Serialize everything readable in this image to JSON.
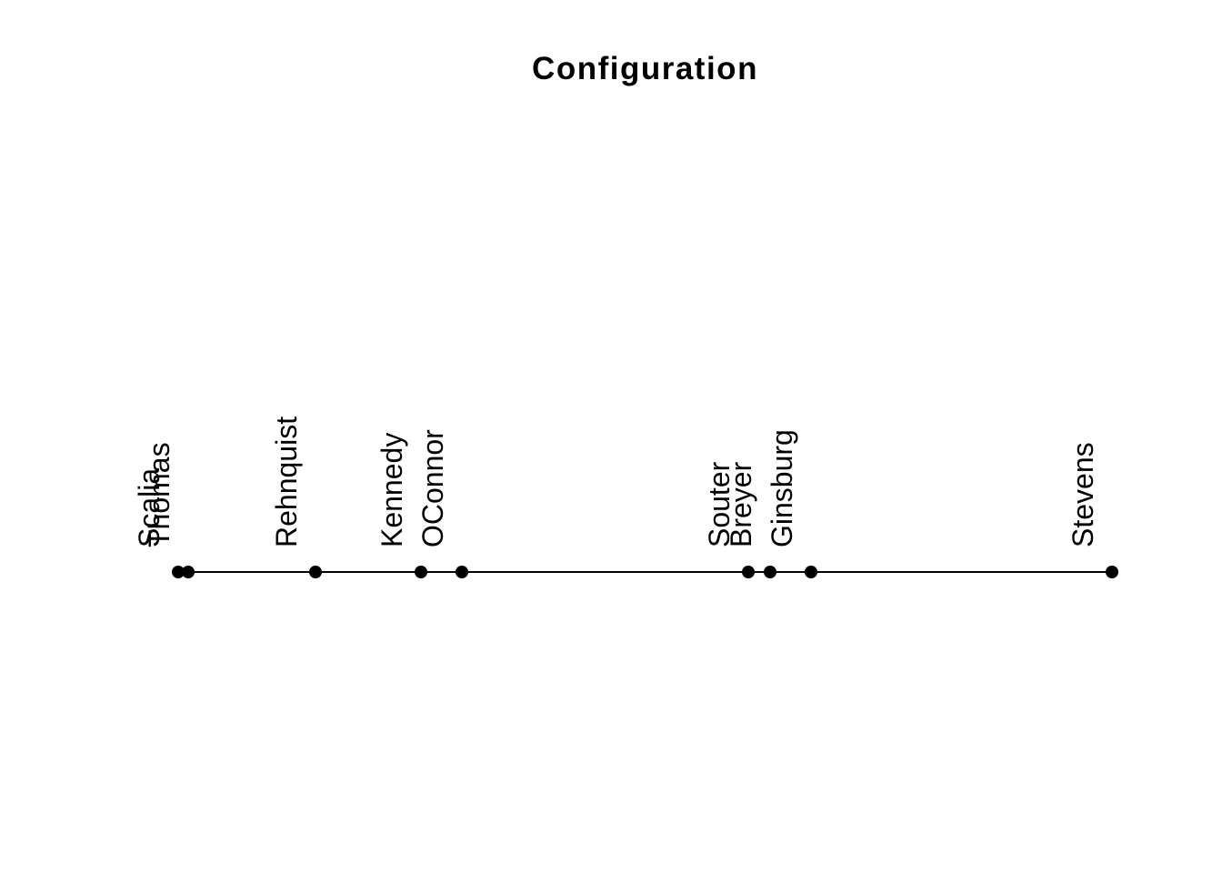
{
  "chart": {
    "title": "Configuration",
    "colors": {
      "background": "#ffffff",
      "line": "#000000",
      "point": "#000000",
      "text": "#000000"
    }
  },
  "chart_data": {
    "type": "scatter",
    "subtype": "1d-unidimensional-scaling-configuration",
    "title": "Configuration",
    "xlabel": "",
    "ylabel": "",
    "axis": {
      "shown": false,
      "range": [
        0,
        1
      ]
    },
    "grid": false,
    "legend": "none",
    "points": [
      {
        "label": "Scalia",
        "value": 0.0
      },
      {
        "label": "Thomas",
        "value": 0.011
      },
      {
        "label": "Rehnquist",
        "value": 0.147
      },
      {
        "label": "Kennedy",
        "value": 0.26
      },
      {
        "label": "OConnor",
        "value": 0.304
      },
      {
        "label": "Souter",
        "value": 0.611
      },
      {
        "label": "Breyer",
        "value": 0.634
      },
      {
        "label": "Ginsburg",
        "value": 0.678
      },
      {
        "label": "Stevens",
        "value": 1.0
      }
    ]
  }
}
